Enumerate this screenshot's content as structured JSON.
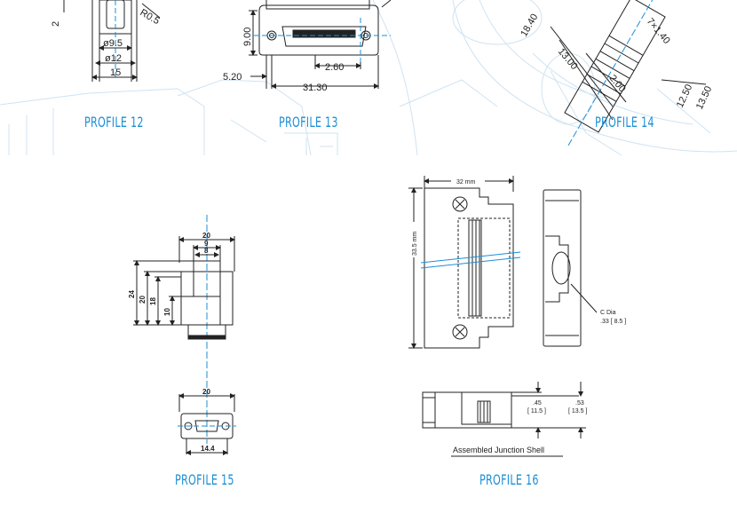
{
  "profiles": {
    "p12": {
      "label": "PROFILE 12",
      "dims": {
        "r": "R0.5",
        "d1": "ø9.5",
        "d2": "ø12",
        "w": "15",
        "h": "2"
      }
    },
    "p13": {
      "label": "PROFILE 13",
      "dims": {
        "h": "9.00",
        "a": "2.60",
        "b": "5.20",
        "w": "31.30"
      }
    },
    "p14": {
      "label": "PROFILE 14",
      "dims": {
        "a": "18.40",
        "b": "13.00",
        "c": "2.00",
        "d": "7×1.40",
        "e": "12.50",
        "f": "13.50"
      }
    },
    "p15": {
      "label": "PROFILE 15",
      "dims": {
        "top20": "20",
        "top9": "9",
        "top8": "8",
        "h24": "24",
        "h20": "20",
        "h18": "18",
        "h10": "10",
        "bot20": "20",
        "bot14": "14.4"
      }
    },
    "p16": {
      "label": "PROFILE 16",
      "dims": {
        "w": "32 mm",
        "h": "33.5 mm",
        "cdia1": "C Dia",
        "cdia2": ".33 [ 8.5 ]",
        "s1a": ".45",
        "s1b": "[ 11.5 ]",
        "s2a": ".53",
        "s2b": "[ 13.5 ]",
        "caption": "Assembled Junction Shell"
      }
    }
  },
  "colors": {
    "accent": "#1b8fd6",
    "bgline": "#cfe3f2"
  }
}
